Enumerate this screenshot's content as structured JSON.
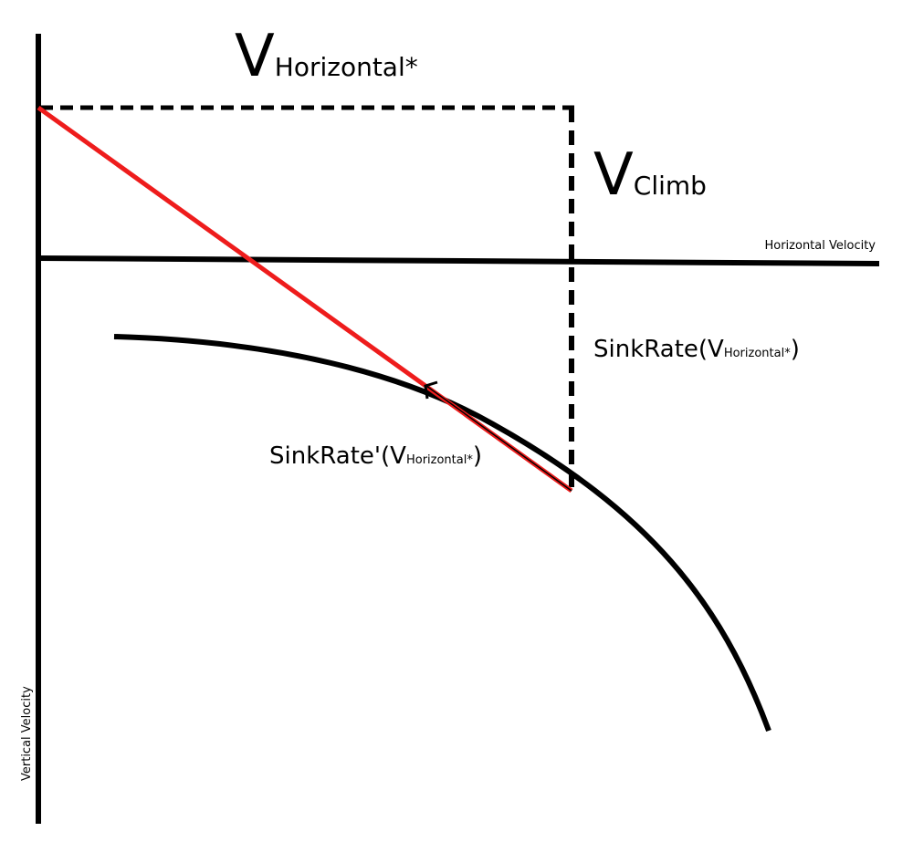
{
  "labels": {
    "v_horizontal_main": "V",
    "v_horizontal_sub": "Horizontal*",
    "v_climb_main": "V",
    "v_climb_sub": "Climb",
    "horizontal_axis": "Horizontal Velocity",
    "vertical_axis": "Vertical Velocity",
    "sinkrate_prefix": "SinkRate(V",
    "sinkrate_sub": "Horizontal*",
    "sinkrate_close": ")",
    "sinkrate_deriv_prefix": "SinkRate'(V",
    "sinkrate_deriv_sub": "Horizontal*",
    "sinkrate_deriv_close": ")"
  },
  "colors": {
    "axis": "#000000",
    "curve": "#000000",
    "tangent": "#ee1c1c",
    "guide": "#000000",
    "background": "#ffffff"
  }
}
